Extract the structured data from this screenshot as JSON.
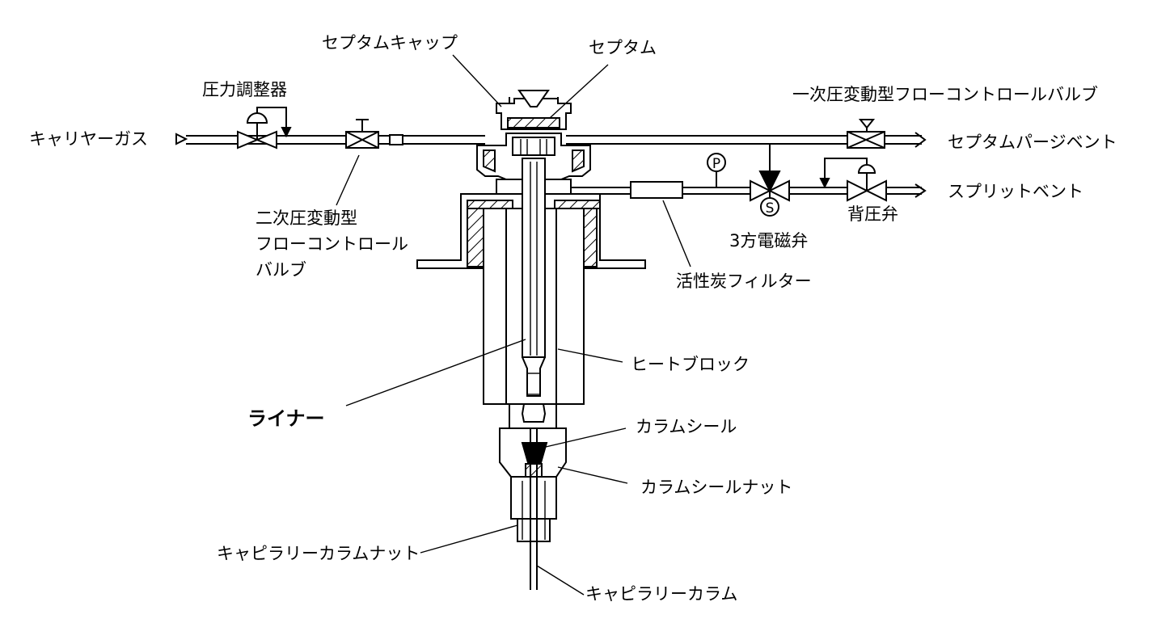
{
  "labels": {
    "carrier_gas": "キャリヤーガス",
    "pressure_regulator": "圧力調整器",
    "septum_cap": "セプタムキャップ",
    "septum": "セプタム",
    "primary_flow_valve": "一次圧変動型フローコントロールバルブ",
    "septum_purge_vent": "セプタムパージベント",
    "split_vent": "スプリットベント",
    "back_pressure_valve": "背圧弁",
    "solenoid_valve": "3方電磁弁",
    "charcoal_filter": "活性炭フィルター",
    "secondary_flow_valve_line1": "二次圧変動型",
    "secondary_flow_valve_line2": "フローコントロール",
    "secondary_flow_valve_line3": "バルブ",
    "heat_block": "ヒートブロック",
    "liner": "ライナー",
    "column_seal": "カラムシール",
    "column_seal_nut": "カラムシールナット",
    "capillary_column_nut": "キャピラリーカラムナット",
    "capillary_column": "キャピラリーカラム",
    "pressure_gauge_symbol": "P",
    "solenoid_symbol": "S"
  }
}
